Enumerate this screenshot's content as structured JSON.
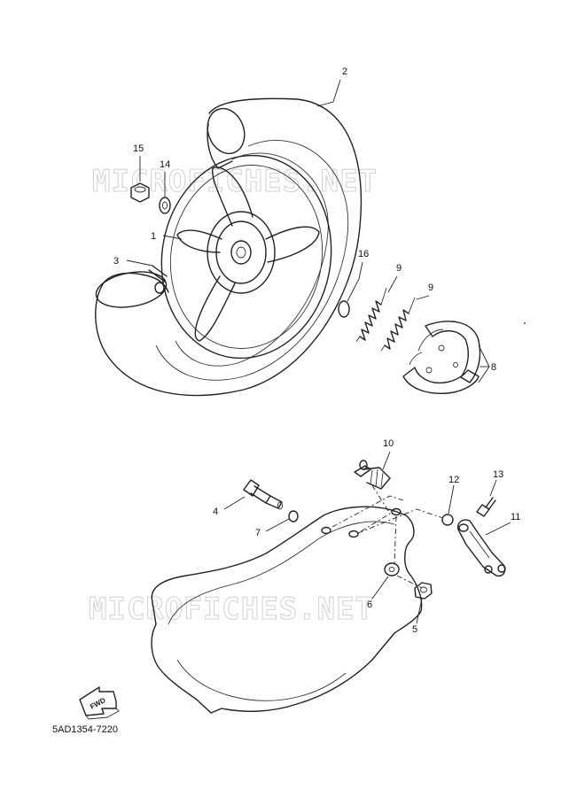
{
  "watermark": {
    "top": "MICROFICHES.NET",
    "bottom": "MICROFICHES.NET"
  },
  "callouts": {
    "c1": "1",
    "c2": "2",
    "c3": "3",
    "c4": "4",
    "c5": "5",
    "c6": "6",
    "c7": "7",
    "c8": "8",
    "c9a": "9",
    "c9b": "9",
    "c10": "10",
    "c11": "11",
    "c12": "12",
    "c13": "13",
    "c14": "14",
    "c15": "15",
    "c16": "16"
  },
  "fwd_label": "FWD",
  "diagram_code": "5AD1354-7220"
}
